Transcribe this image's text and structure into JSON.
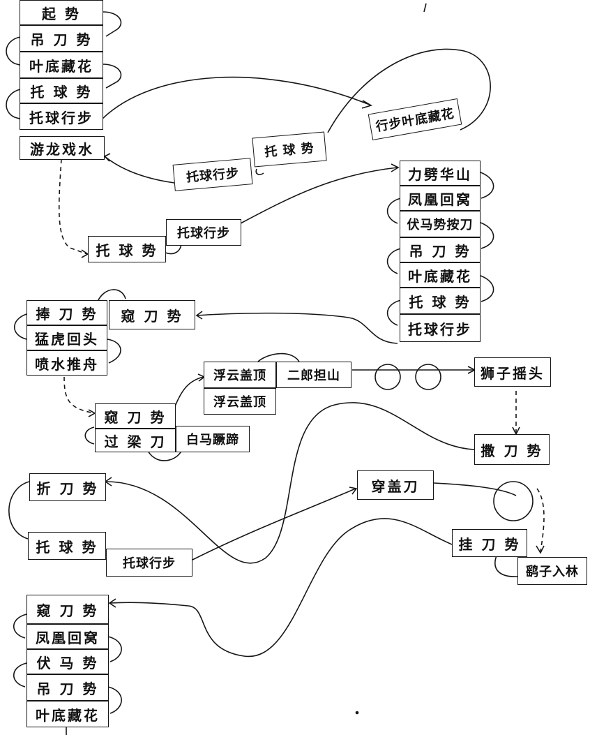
{
  "colors": {
    "ink": "#161616",
    "paper": "#ffffff"
  },
  "boxes": {
    "qishi": "起  势",
    "diaodaoshi_1": "吊 刀 势",
    "yedicanghua_1": "叶底藏花",
    "tuoqiushi_1": "托 球 势",
    "tuoqiuxingbu_1": "托球行步",
    "youlongxishui": "游龙戏水",
    "xingbuyedicanghua": "行步叶底藏花",
    "tuoqiushi_2": "托 球 势",
    "tuoqiuxingbu_2": "托球行步",
    "lipihuashan": "力劈华山",
    "fenghuanghuiwo_1": "凤凰回窝",
    "fumashianan": "伏马势按刀",
    "diaodaoshi_2": "吊 刀 势",
    "yedicanghua_2": "叶底藏花",
    "tuoqiushi_3": "托 球 势",
    "tuoqiuxingbu_3": "托球行步",
    "tuoqiushi_4": "托 球 势",
    "tuoqiuxingbu_4": "托球行步",
    "pengdaoshi": "捧 刀 势",
    "kuandaoshi_1": "窥 刀 势",
    "menghuhuitou": "猛虎回头",
    "penshuituizhou": "喷水推舟",
    "kuandaoshi_2": "窥 刀 势",
    "guoliangdao": "过 梁 刀",
    "baimaquti": "白马蹶蹄",
    "fuyungaiding_1": "浮云盖顶",
    "fuyungaiding_2": "浮云盖顶",
    "erlangdanshan": "二郎担山",
    "shizitaotou": "狮子摇头",
    "sadaoshi": "撒 刀 势",
    "zhedaoshi": "折 刀 势",
    "chuangaidao": "穿盖刀",
    "tuoqiushi_5": "托 球 势",
    "tuoqiuxingbu_5": "托球行步",
    "guadaoshi": "挂 刀 势",
    "yaozirulin": "鹞子入林",
    "kuandaoshi_3": "窥 刀 势",
    "fenghuanghuiwo_2": "凤凰回窝",
    "fumashi": "伏 马 势",
    "diaodaoshi_3": "吊 刀 势",
    "yedicanghua_3": "叶底藏花"
  }
}
